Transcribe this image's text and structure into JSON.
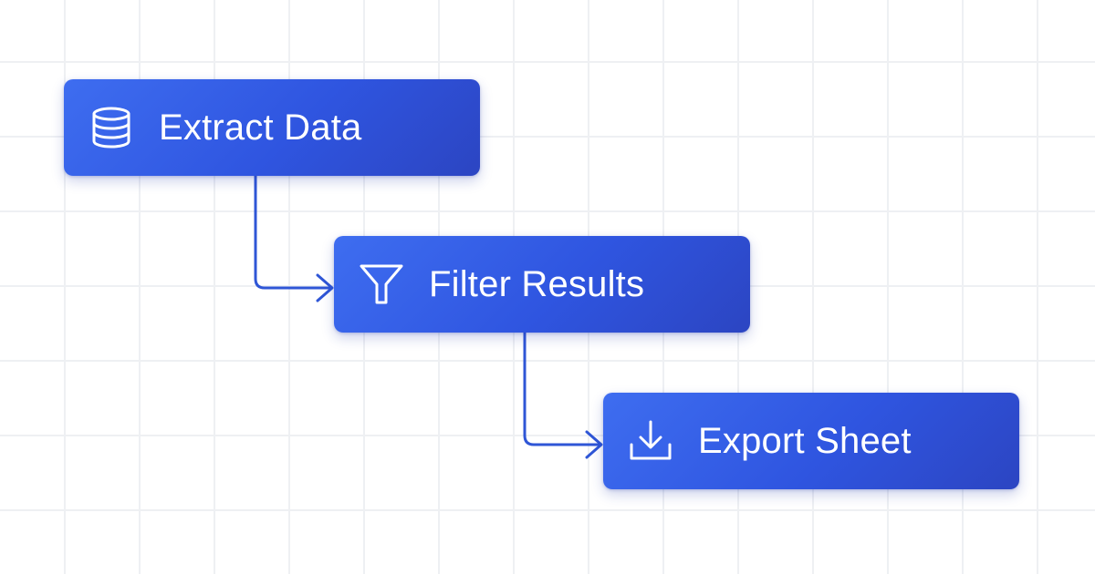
{
  "flow": {
    "nodes": [
      {
        "label": "Extract Data",
        "icon": "database-icon"
      },
      {
        "label": "Filter Results",
        "icon": "funnel-icon"
      },
      {
        "label": "Export Sheet",
        "icon": "download-icon"
      }
    ]
  },
  "colors": {
    "node_fill": "#3461e8",
    "connector": "#2f56d6",
    "grid": "#eef0f3",
    "background": "#ffffff"
  }
}
